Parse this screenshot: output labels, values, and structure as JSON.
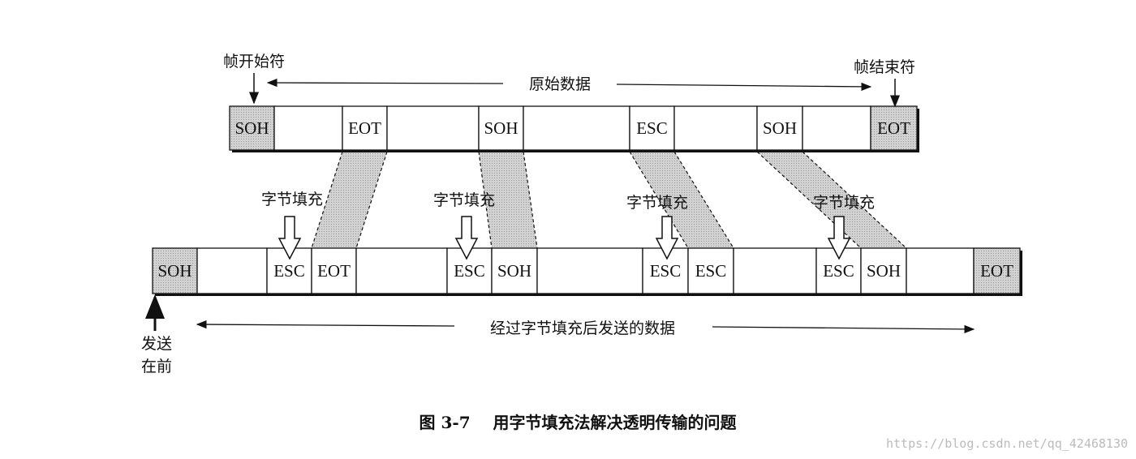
{
  "labels": {
    "frame_start": "帧开始符",
    "frame_end": "帧结束符",
    "original_data": "原始数据",
    "stuffed_data": "经过字节填充后发送的数据",
    "send_first_1": "发送",
    "send_first_2": "在前",
    "byte_stuffing": "字节填充"
  },
  "original_frame": [
    {
      "label": "SOH",
      "shaded": true
    },
    {
      "label": "",
      "shaded": false
    },
    {
      "label": "EOT",
      "shaded": false
    },
    {
      "label": "",
      "shaded": false
    },
    {
      "label": "SOH",
      "shaded": false
    },
    {
      "label": "",
      "shaded": false
    },
    {
      "label": "ESC",
      "shaded": false
    },
    {
      "label": "",
      "shaded": false
    },
    {
      "label": "SOH",
      "shaded": false
    },
    {
      "label": "",
      "shaded": false
    },
    {
      "label": "EOT",
      "shaded": true
    }
  ],
  "stuffed_frame": [
    {
      "label": "SOH",
      "shaded": true
    },
    {
      "label": "",
      "shaded": false
    },
    {
      "label": "ESC",
      "shaded": false
    },
    {
      "label": "EOT",
      "shaded": false
    },
    {
      "label": "",
      "shaded": false
    },
    {
      "label": "ESC",
      "shaded": false
    },
    {
      "label": "SOH",
      "shaded": false
    },
    {
      "label": "",
      "shaded": false
    },
    {
      "label": "ESC",
      "shaded": false
    },
    {
      "label": "ESC",
      "shaded": false
    },
    {
      "label": "",
      "shaded": false
    },
    {
      "label": "ESC",
      "shaded": false
    },
    {
      "label": "SOH",
      "shaded": false
    },
    {
      "label": "",
      "shaded": false
    },
    {
      "label": "EOT",
      "shaded": true
    }
  ],
  "caption": "图 3-7    用字节填充法解决透明传输的问题",
  "watermark": "https://blog.csdn.net/qq_42468130",
  "colors": {
    "shade": "#c8c8c8",
    "ink": "#111111"
  }
}
